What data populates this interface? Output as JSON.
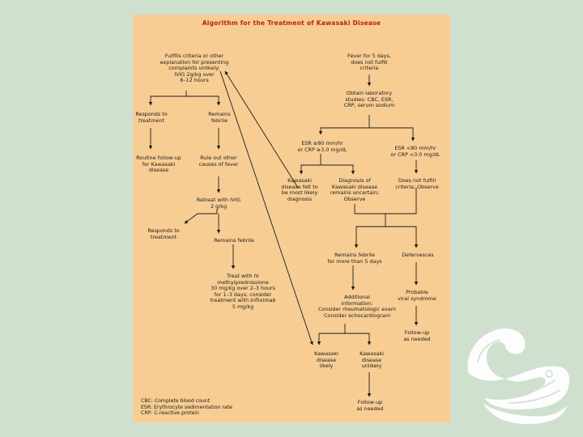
{
  "poster": {
    "title": "Algorithm for the Treatment of Kawasaki Disease",
    "nodes": {
      "fulfills_criteria": "Fulfills criteria or other\nexplanation for presenting\ncomplaints unlikely:\nIVIG 2g/kg over\n8–12 hours",
      "fever_5_days": "Fever for 5 days,\ndoes not fulfill\ncriteria",
      "obtain_lab": "Obtain laboratory\nstudies: CBC, ESR,\nCRP, serum sodium",
      "responds_treatment": "Responds to\ntreatment",
      "remains_febrile_1": "Remains\nfebrile",
      "routine_followup": "Routine follow-up\nfor Kawasaki\ndisease",
      "rule_out_fever": "Rule out other\ncauses of fever",
      "esr_high": "ESR ≥80 mm/hr\nor CRP ≥3.0 mg/dL",
      "esr_low": "ESR <80 mm/hr\nor CRP <3.0 mg/dL",
      "kawasaki_likely_dx": "Kawasaki\ndisease felt to\nbe most likely\ndiagnosis",
      "dx_uncertain": "Diagnosis of\nKawasaki disease\nremains uncertain;\nObserve",
      "not_fulfill_observe": "Does not fulfill\ncriteria; Observe",
      "retreat_ivig": "Retreat with IVIG\n2 g/kg",
      "responds_treatment_2": "Responds to\ntreatment",
      "remains_febrile_2": "Remains febrile",
      "remains_febrile_days": "Remains febrile\nfor more than 5 days",
      "defervesces": "Defervesces",
      "treat_methylpred": "Treat with IV\nmethylprednisolone\n30 mg/kg over 2–3 hours\nfor 1–3 days; consider\ntreatment with infliximab\n5 mg/kg",
      "additional_info": "Additional\ninformation:\nConsider rheumatologic exam\nConsider echocardiogram",
      "probable_viral": "Probable\nviral syndrome",
      "followup_1": "Follow-up\nas needed",
      "kawasaki_likely": "Kawasaki\ndisease\nlikely",
      "kawasaki_unlikely": "Kawasaki\ndisease\nunlikely",
      "followup_2": "Follow-up\nas needed"
    },
    "legend": [
      "CBC: Complete blood count",
      "ESR: Erythrocyte sedimentation rate",
      "CRP: C-reactive protein"
    ]
  },
  "colors": {
    "background": "#cfe0cf",
    "poster": "#f8cd93",
    "title": "#b3221e",
    "text": "#1c1c1c",
    "emblem": "#ffffff"
  },
  "decor": {
    "emblem_icon": "jade-dragon-emblem-icon"
  }
}
